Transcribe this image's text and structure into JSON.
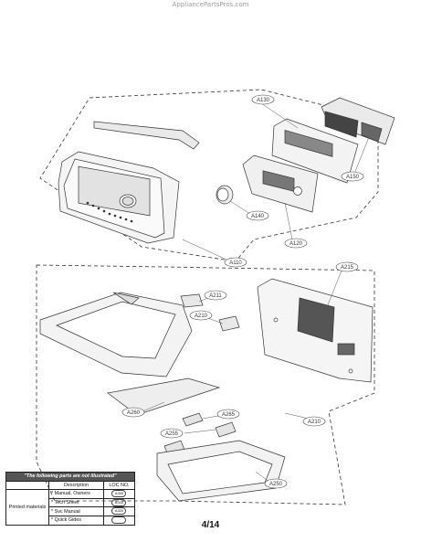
{
  "watermark": "AppliancePartsPros.com",
  "page_number": "4/14",
  "callouts": [
    "A130",
    "A150",
    "A140",
    "A120",
    "A110",
    "A211",
    "A210",
    "A215",
    "A260",
    "A265",
    "A255",
    "A250",
    "A210"
  ],
  "note_table": {
    "title": "\"The following parts are not illustrated\"",
    "headers": [
      "Description",
      "LOC NO."
    ],
    "group_label": "Printed materials",
    "rows": [
      {
        "desc": "* Manual, Owners",
        "loc": "A300"
      },
      {
        "desc": "* Tech Sheet",
        "loc": "A310"
      },
      {
        "desc": "* Svc Manual",
        "loc": "A320"
      },
      {
        "desc": "* Quick Gides",
        "loc": ""
      }
    ]
  }
}
